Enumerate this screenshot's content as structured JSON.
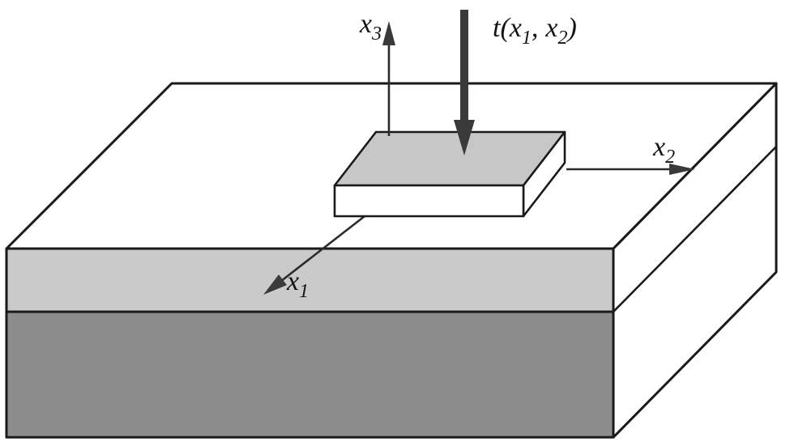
{
  "labels": {
    "x1": {
      "base": "x",
      "sub": "1"
    },
    "x2": {
      "base": "x",
      "sub": "2"
    },
    "x3": {
      "base": "x",
      "sub": "3"
    },
    "load": {
      "pre": "t(",
      "var1": "x",
      "sub1": "1",
      "comma": ",",
      "var2": "x",
      "sub2": "2",
      "post": ")"
    }
  },
  "colors": {
    "background": "#ffffff",
    "outline": "#1a1a1a",
    "face_white": "#ffffff",
    "upper_layer_gray": "#cacaca",
    "lower_layer_gray": "#8d8d8d",
    "punch_top_gray": "#c7c7c7",
    "arrow_dark": "#3a3a3a"
  }
}
